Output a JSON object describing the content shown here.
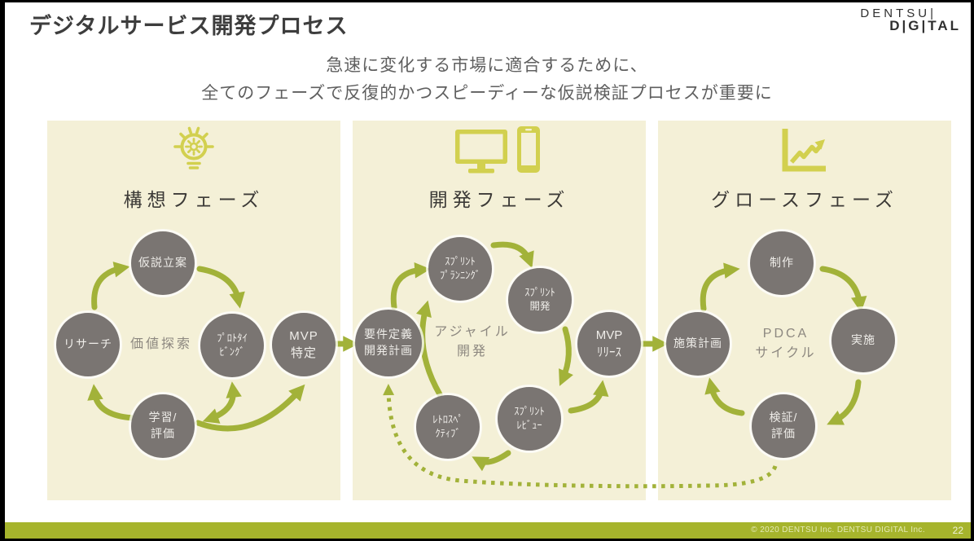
{
  "header": {
    "title": "デジタルサービス開発プロセス",
    "logo": {
      "line1": "DENTSU|",
      "line2": "D|G|TAL"
    }
  },
  "subtitle": {
    "line1": "急速に変化する市場に適合するために、",
    "line2": "全てのフェーズで反復的かつスピーディーな仮説検証プロセスが重要に"
  },
  "phases": [
    {
      "title": "構想フェーズ",
      "icon": "lightbulb-gear-icon",
      "center_label": "価値探索",
      "nodes": {
        "hypothesis": "仮説立案",
        "research": "リサーチ",
        "prototyping": "ﾌﾟﾛﾄﾀｲ\nﾋﾞﾝｸﾞ",
        "mvp_identify": "MVP\n特定",
        "learning_evaluation": "学習/\n評価"
      }
    },
    {
      "title": "開発フェーズ",
      "icon": "devices-icon",
      "center_label": "アジャイル\n開発",
      "nodes": {
        "requirements_plan": "要件定義\n開発計画",
        "sprint_planning": "ｽﾌﾟﾘﾝﾄ\nﾌﾟﾗﾝﾆﾝｸﾞ",
        "sprint_development": "ｽﾌﾟﾘﾝﾄ\n開発",
        "mvp_release": "MVP\nﾘﾘｰｽ",
        "sprint_review": "ｽﾌﾟﾘﾝﾄ\nﾚﾋﾞｭｰ",
        "retrospective": "ﾚﾄﾛｽﾍﾟ\nｸﾃｨﾌﾞ"
      }
    },
    {
      "title": "グロースフェーズ",
      "icon": "growth-chart-icon",
      "center_label": "PDCA\nサイクル",
      "nodes": {
        "production": "制作",
        "measure_planning": "施策計画",
        "execution": "実施",
        "verification_evaluation": "検証/\n評価"
      }
    }
  ],
  "colors": {
    "accent_green": "#a2b239",
    "icon_green": "#d2d04f",
    "panel_cream": "#f4f0d7",
    "node_gray": "#7a7572",
    "footer_green": "#a6b42c"
  },
  "footer": {
    "copyright": "© 2020 DENTSU Inc. DENTSU DIGITAL Inc.",
    "page_number": "22"
  }
}
